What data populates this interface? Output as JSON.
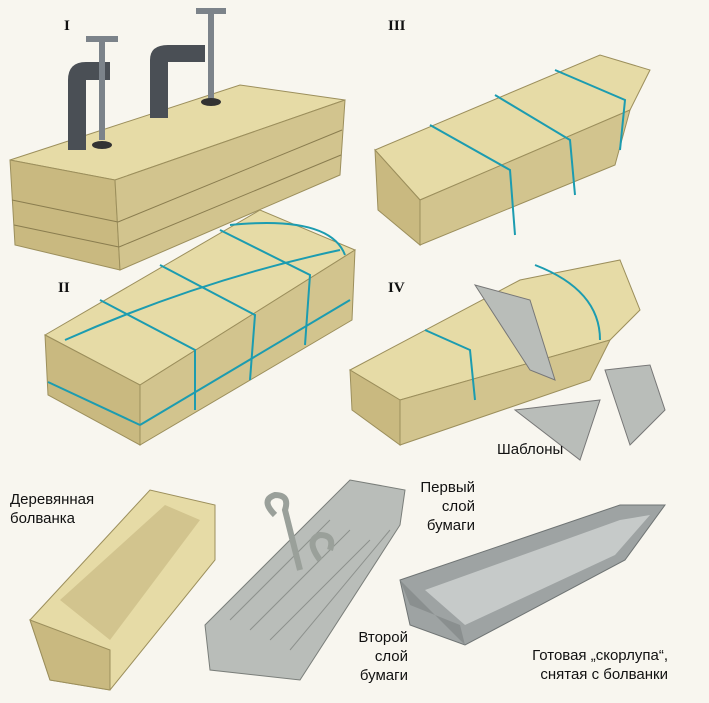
{
  "steps": {
    "s1": "I",
    "s2": "II",
    "s3": "III",
    "s4": "IV"
  },
  "labels": {
    "templates": "Шаблоны",
    "blank_line1": "Деревянная",
    "blank_line2": "болванка",
    "first_layer_line1": "Первый",
    "first_layer_line2": "слой",
    "first_layer_line3": "бумаги",
    "second_layer_line1": "Второй",
    "second_layer_line2": "слой",
    "second_layer_line3": "бумаги",
    "shell_line1": "Готовая „скорлупа“,",
    "shell_line2": "снятая с болванки"
  },
  "colors": {
    "wood_top": "#e6dba6",
    "wood_side": "#d2c48e",
    "wood_end": "#c9b980",
    "guide_line": "#1c9cb0",
    "paper": "#b9bdb9",
    "clamp": "#4a4f55",
    "background": "#f8f6ef"
  }
}
